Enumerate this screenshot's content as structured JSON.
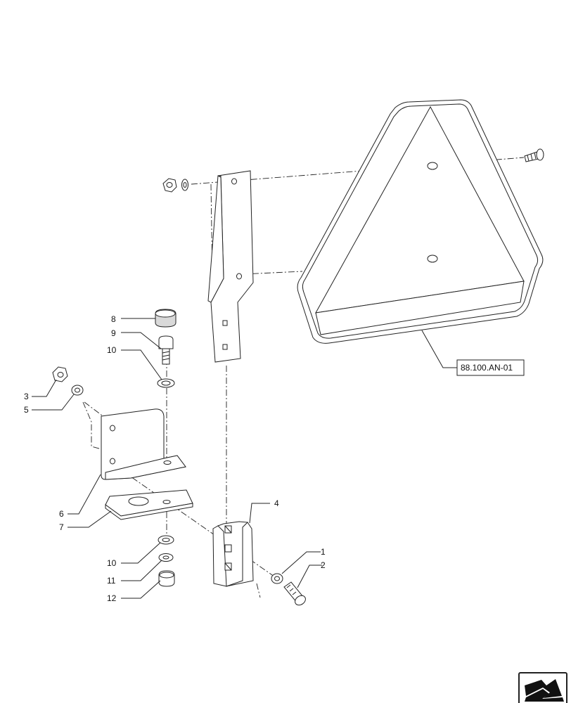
{
  "callouts": [
    {
      "id": "c1",
      "label": "1"
    },
    {
      "id": "c2",
      "label": "2"
    },
    {
      "id": "c3",
      "label": "3"
    },
    {
      "id": "c4",
      "label": "4"
    },
    {
      "id": "c5",
      "label": "5"
    },
    {
      "id": "c6",
      "label": "6"
    },
    {
      "id": "c7",
      "label": "7"
    },
    {
      "id": "c8",
      "label": "8"
    },
    {
      "id": "c9",
      "label": "9"
    },
    {
      "id": "c10a",
      "label": "10"
    },
    {
      "id": "c10b",
      "label": "10"
    },
    {
      "id": "c11",
      "label": "11"
    },
    {
      "id": "c12",
      "label": "12"
    }
  ],
  "reference": {
    "label": "88.100.AN-01"
  },
  "nav_icon": {
    "name": "next-page-arrow-icon"
  }
}
